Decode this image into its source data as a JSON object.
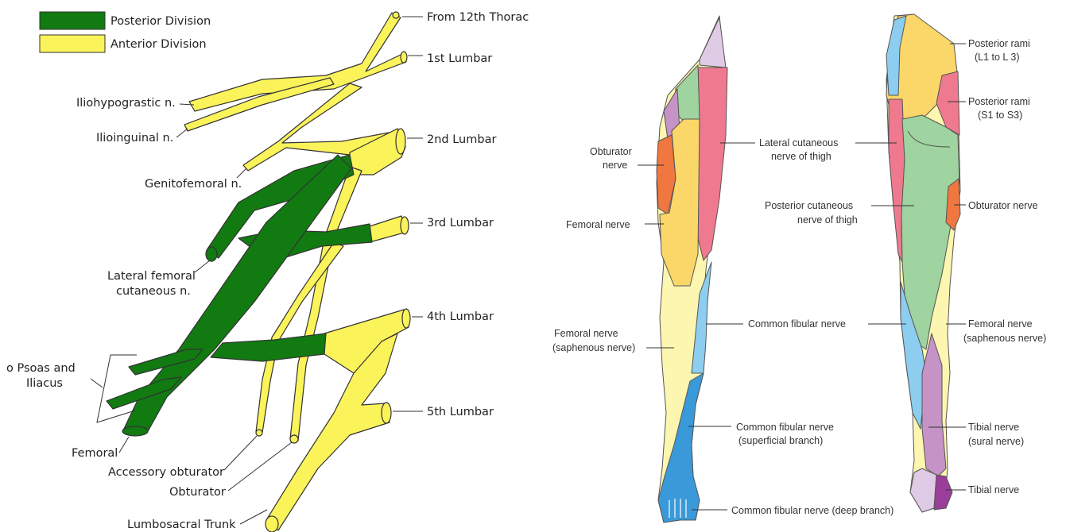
{
  "plexus_diagram": {
    "legend": [
      {
        "label": "Posterior Division",
        "color": "#117a11"
      },
      {
        "label": "Anterior Division",
        "color": "#fbf35a"
      }
    ],
    "roots": [
      "From 12th Thorac",
      "1st Lumbar",
      "2nd Lumbar",
      "3rd Lumbar",
      "4th Lumbar",
      "5th Lumbar"
    ],
    "branches": {
      "iliohypogastric": "Iliohypograstic n.",
      "ilioinguinal": "Ilioinguinal n.",
      "genitofemoral": "Genitofemoral n.",
      "lateral_femoral_1": "Lateral femoral",
      "lateral_femoral_2": "cutaneous n.",
      "psoas_1": "o Psoas and",
      "psoas_2": "Iliacus",
      "femoral": "Femoral",
      "accessory_obturator": "Accessory obturator",
      "obturator": "Obturator",
      "lumbosacral": "Lumbosacral Trunk"
    }
  },
  "dermatome_map": {
    "colors": {
      "pink": "#ef7a8f",
      "green": "#9fd39f",
      "yellow": "#fbd668",
      "pale_yellow": "#fcf6b0",
      "blue": "#8dcdf0",
      "mid_blue": "#3a9ad9",
      "orange": "#f0773f",
      "lilac": "#dfcbe5",
      "purple": "#c593c6",
      "dark_purple": "#9a3e9a"
    },
    "labels": {
      "obturator_1": "Obturator",
      "obturator_2": "nerve",
      "femoral": "Femoral nerve",
      "femoral_saph_1": "Femoral nerve",
      "femoral_saph_2": "(saphenous nerve)",
      "lat_cut_1": "Lateral cutaneous",
      "lat_cut_2": "nerve of thigh",
      "post_cut_1": "Posterior cutaneous",
      "post_cut_2": "nerve of thigh",
      "common_fibular": "Common fibular nerve",
      "cf_superficial_1": "Common fibular nerve",
      "cf_superficial_2": "(superficial branch)",
      "cf_deep": "Common fibular nerve (deep branch)",
      "post_rami_l_1": "Posterior rami",
      "post_rami_l_2": "(L1 to L 3)",
      "post_rami_s_1": "Posterior rami",
      "post_rami_s_2": "(S1 to S3)",
      "obturator_back": "Obturator nerve",
      "femoral_back_1": "Femoral nerve",
      "femoral_back_2": "(saphenous nerve)",
      "tibial_sural_1": "Tibial nerve",
      "tibial_sural_2": "(sural nerve)",
      "tibial": "Tibial nerve"
    }
  }
}
